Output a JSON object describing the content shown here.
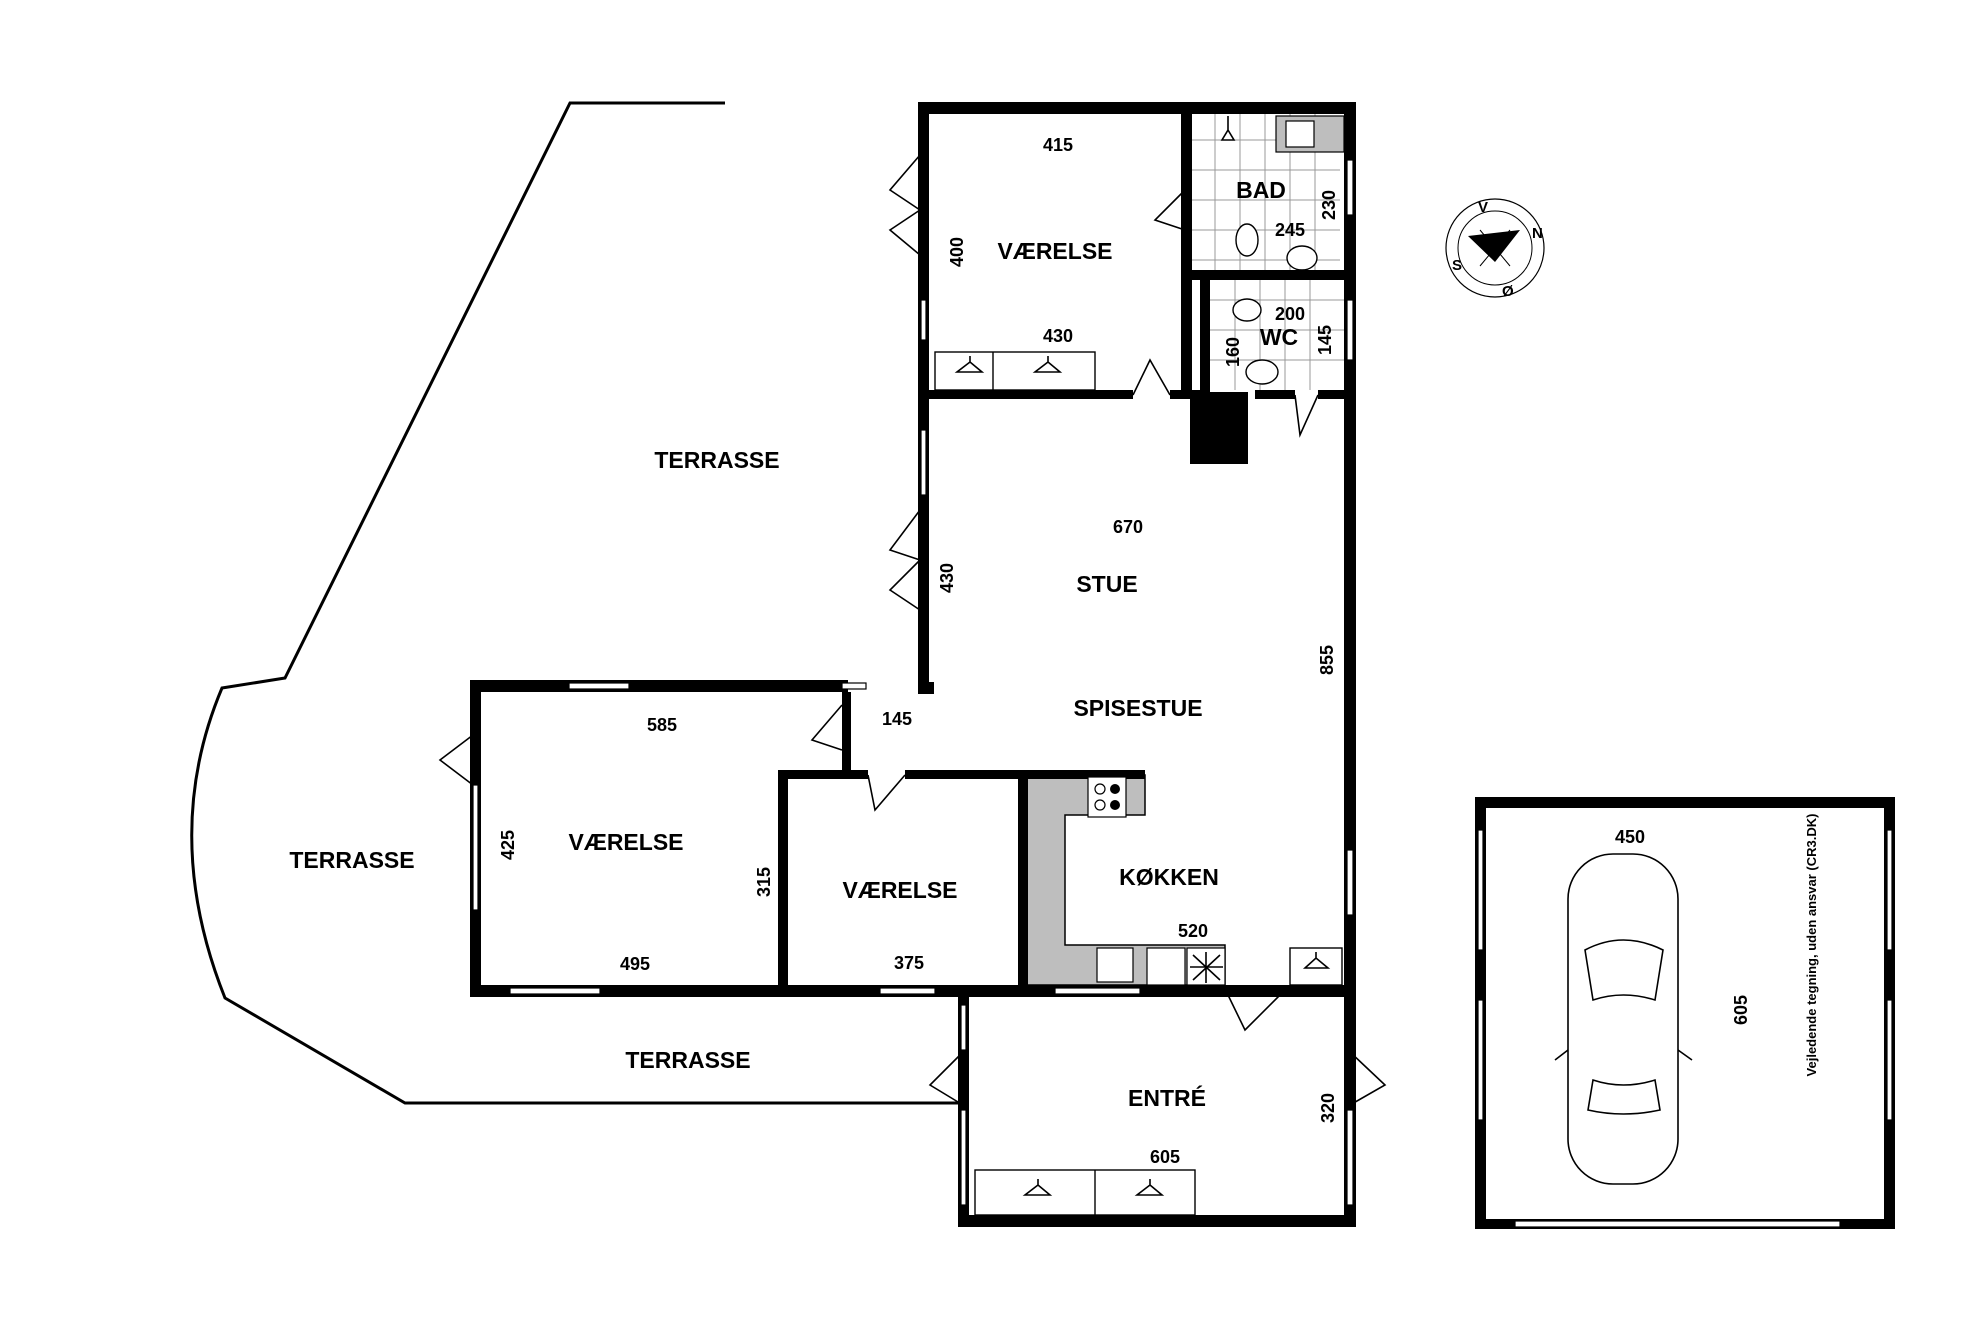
{
  "rooms": {
    "terrasse_upper": "TERRASSE",
    "terrasse_left": "TERRASSE",
    "terrasse_bottom": "TERRASSE",
    "vaerelse_top": "VÆRELSE",
    "bad": "BAD",
    "wc": "WC",
    "stue": "STUE",
    "spisestue": "SPISESTUE",
    "vaerelse_left": "VÆRELSE",
    "vaerelse_mid": "VÆRELSE",
    "kokken": "KØKKEN",
    "entre": "ENTRÉ"
  },
  "dimensions": {
    "vaerelse_top_width_top": "415",
    "vaerelse_top_width_bottom": "430",
    "vaerelse_top_height": "400",
    "bad_width": "245",
    "bad_height": "230",
    "wc_width": "200",
    "wc_height_left": "160",
    "wc_height_right": "145",
    "stue_width": "670",
    "stue_height": "430",
    "living_depth": "855",
    "passage_width": "145",
    "vaerelse_left_width_top": "585",
    "vaerelse_left_width_bottom": "495",
    "vaerelse_left_height_left": "425",
    "vaerelse_left_height_right": "315",
    "vaerelse_mid_width": "375",
    "kokken_width": "520",
    "entre_width": "605",
    "entre_height": "320",
    "carport_width": "450",
    "carport_length": "605"
  },
  "compass": {
    "n": "N",
    "s": "S",
    "v": "V",
    "o": "Ø"
  },
  "disclaimer": "Vejledende tegning, uden ansvar (CR3.DK)"
}
